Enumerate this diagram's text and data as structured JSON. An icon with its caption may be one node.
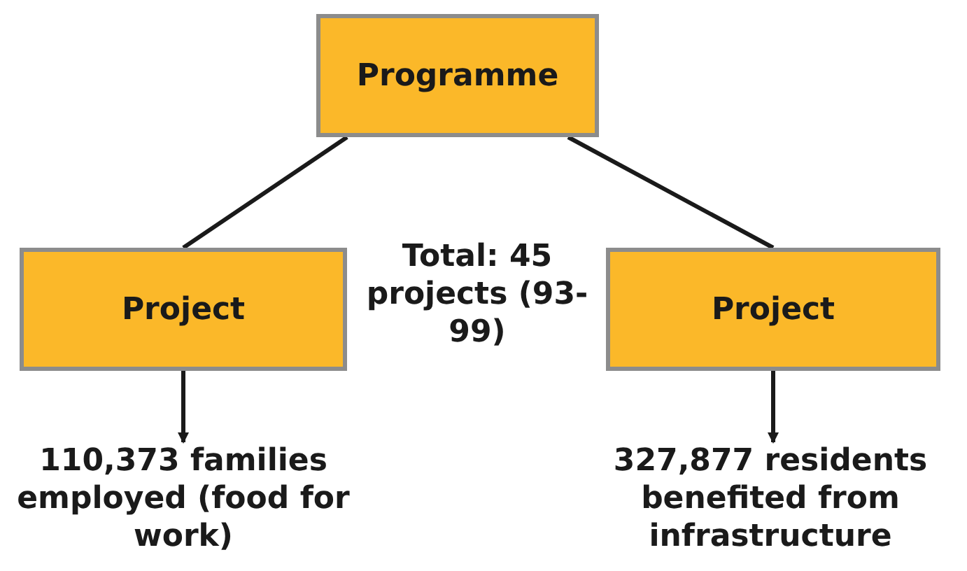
{
  "diagram": {
    "nodes": [
      {
        "text": [
          "Programme"
        ]
      },
      {
        "text": [
          "Project"
        ]
      },
      {
        "text": [
          "Project"
        ]
      },
      {
        "text": [
          "110,373 families employed (food for work)"
        ]
      },
      {
        "text": [
          "327,877 residents benefited from infrastructure"
        ]
      }
    ],
    "edges": [
      {
        "from": 0,
        "to": 1,
        "arrow": "none"
      },
      {
        "from": 0,
        "to": 2,
        "arrow": "none"
      },
      {
        "from": 1,
        "to": 3,
        "arrow": "to"
      },
      {
        "from": 2,
        "to": 4,
        "arrow": "to"
      }
    ],
    "labels": [
      "Total: 45 projects (93-99)"
    ]
  }
}
